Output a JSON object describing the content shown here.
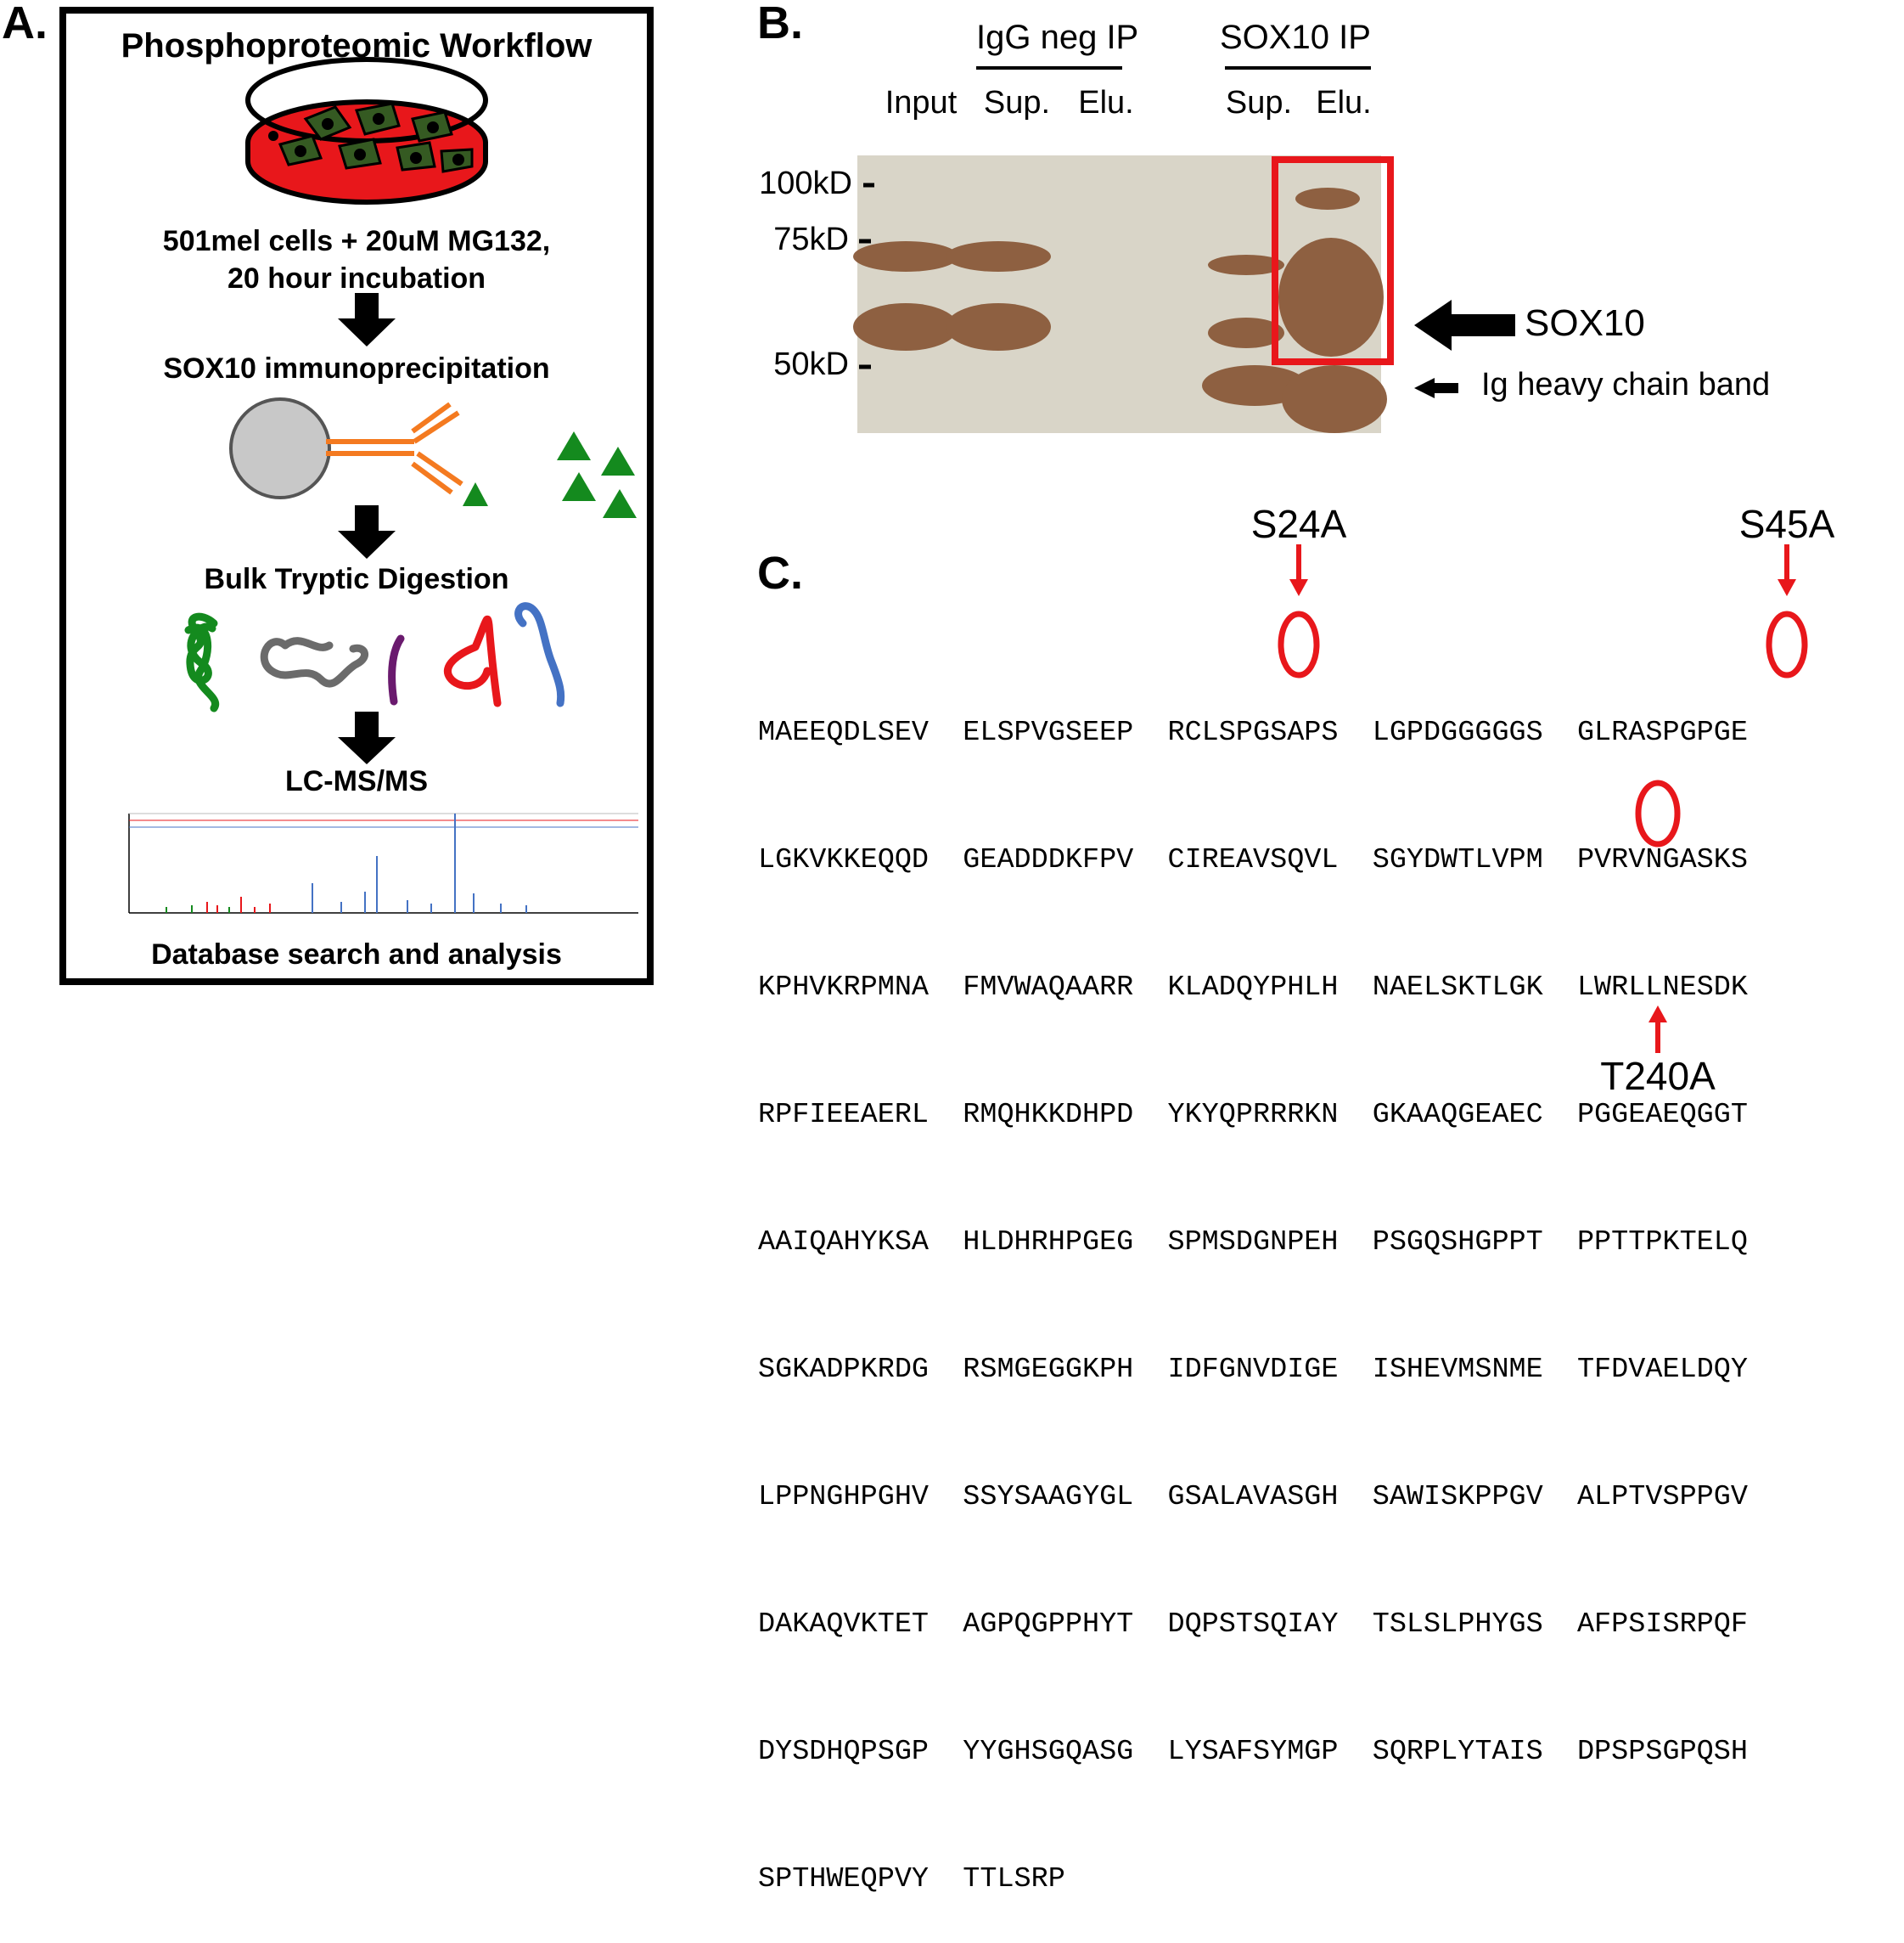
{
  "panelA": {
    "letter": "A.",
    "title": "Phosphoproteomic Workflow",
    "step1_line1": "501mel cells + 20uM MG132,",
    "step1_line2": "20 hour incubation",
    "step2": "SOX10 immunoprecipitation",
    "step3": "Bulk Tryptic Digestion",
    "step4": "LC-MS/MS",
    "step5": "Database search and analysis"
  },
  "panelB": {
    "letter": "B.",
    "group_igg": "IgG neg IP",
    "group_sox10": "SOX10 IP",
    "lane_input": "Input",
    "lane_sup1": "Sup.",
    "lane_elu1": "Elu.",
    "lane_sup2": "Sup.",
    "lane_elu2": "Elu.",
    "mw_100": "100kD",
    "mw_75": "75kD",
    "mw_50": "50kD",
    "sox10_label": "SOX10",
    "heavy_chain_label": "Ig heavy chain band"
  },
  "panelC": {
    "letter": "C.",
    "mut1": "S24A",
    "mut2": "S45A",
    "mut3": "T240A",
    "seq_lines": [
      "MAEEQDLSEV  ELSPVGSEEP  RCLSPGSAPS  LGPDGGGGGS  GLRASPGPGE",
      "LGKVKKEQQD  GEADDDKFPV  CIREAVSQVL  SGYDWTLVPM  PVRVNGASKS",
      "KPHVKRPMNA  FMVWAQAARR  KLADQYPHLH  NAELSKTLGK  LWRLLNESDK",
      "RPFIEEAERL  RMQHKKDHPD  YKYQPRRRKN  GKAAQGEAEC  PGGEAEQGGT",
      "AAIQAHYKSA  HLDHRHPGEG  SPMSDGNPEH  PSGQSHGPPT  PPTTPKTELQ",
      "SGKADPKRDG  RSMGEGGKPH  IDFGNVDIGE  ISHEVMSNME  TFDVAELDQY",
      "LPPNGHPGHV  SSYSAAGYGL  GSALAVASGH  SAWISKPPGV  ALPTVSPPGV",
      "DAKAQVKTET  AGPQGPPHYT  DQPSTSQIAY  TSLSLPHYGS  AFPSISRPQF",
      "DYSDHQPSGP  YYGHSGQASG  LYSAFSYMGP  SQRPLYTAIS  DPSPSGPQSH",
      "SPTHWEQPVY  TTLSRP"
    ]
  },
  "colors": {
    "dish_red": "#e8171b",
    "cell_green": "#355a22",
    "antibody_orange": "#f47a20",
    "antigen_green": "#148a1e",
    "highlight_red": "#e8171b",
    "gel_bg": "#d9d5c8",
    "band_brown": "#8a5a3a"
  }
}
